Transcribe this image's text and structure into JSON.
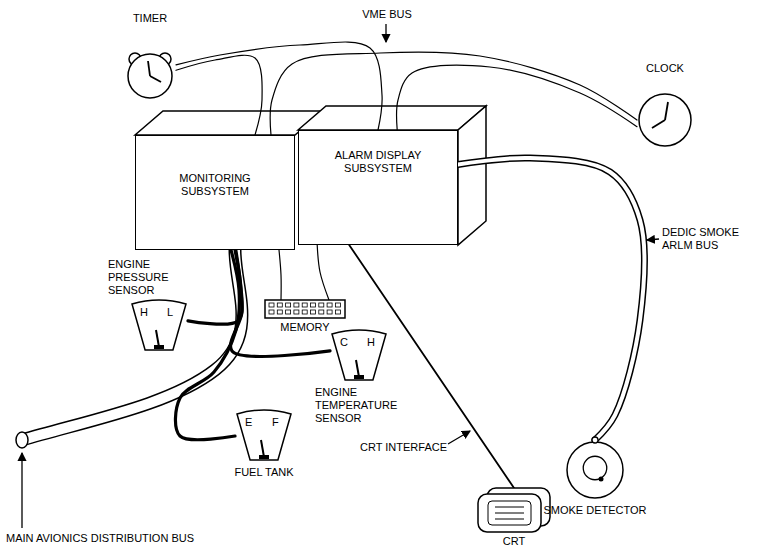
{
  "diagram": {
    "nodes": [
      {
        "text": [
          "TIMER"
        ]
      },
      {
        "text": [
          "CLOCK"
        ]
      },
      {
        "text": [
          "MONITORING SUBSYSTEM"
        ]
      },
      {
        "text": [
          "ALARM DISPLAY SUBSYSTEM"
        ]
      },
      {
        "text": [
          "ENGINE PRESSURE SENSOR",
          "H",
          "L"
        ]
      },
      {
        "text": [
          "C",
          "H",
          "ENGINE TEMPERATURE SENSOR"
        ]
      },
      {
        "text": [
          "MEMORY"
        ]
      },
      {
        "text": [
          "E",
          "F",
          "FUEL TANK"
        ]
      },
      {
        "text": [
          "SMOKE DETECTOR"
        ]
      },
      {
        "text": [
          "CRT"
        ]
      }
    ],
    "edges": [
      {
        "from": 0,
        "to": 2,
        "arrow": "none"
      },
      {
        "from": 0,
        "to": 3,
        "arrow": "none"
      },
      {
        "from": 1,
        "to": 2,
        "arrow": "none"
      },
      {
        "from": 1,
        "to": 3,
        "arrow": "none"
      },
      {
        "from": 4,
        "to": 2,
        "arrow": "none"
      },
      {
        "from": 5,
        "to": 2,
        "arrow": "none"
      },
      {
        "from": 7,
        "to": 2,
        "arrow": "none"
      },
      {
        "from": 2,
        "to": 6,
        "arrow": "none"
      },
      {
        "from": 3,
        "to": 6,
        "arrow": "none"
      },
      {
        "from": 3,
        "to": 8,
        "arrow": "none"
      },
      {
        "from": 3,
        "to": 9,
        "arrow": "none"
      }
    ],
    "labels": [
      "VME BUS",
      "DEDIC SMOKE ARLM BUS",
      "CRT INTERFACE",
      "MAIN AVIONICS DISTRIBUTION BUS"
    ]
  }
}
